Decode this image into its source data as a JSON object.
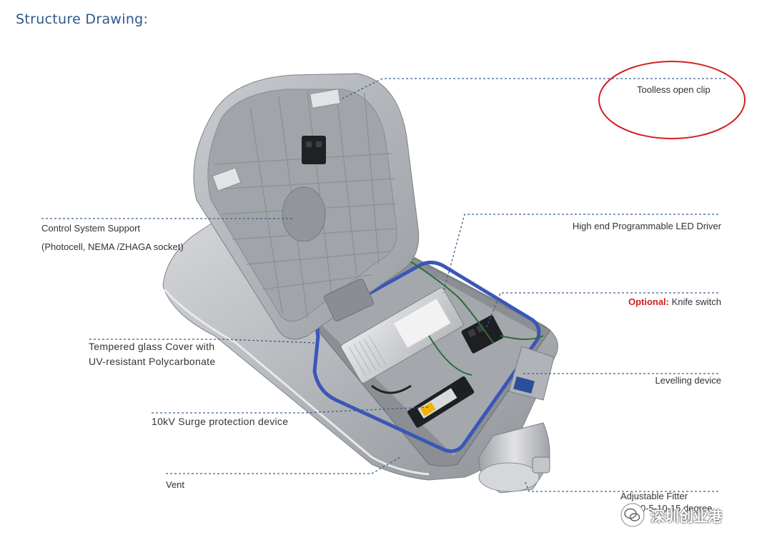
{
  "heading": "Structure Drawing:",
  "labels": {
    "toolless_clip": "Toolless open clip",
    "control_support_1": "Control System Support",
    "control_support_2": "(Photocell, NEMA /ZHAGA socket)",
    "led_driver": "High end Programmable LED Driver",
    "optional_prefix": "Optional:",
    "knife_switch": "Knife switch",
    "glass_cover_1": "Tempered glass Cover with",
    "glass_cover_2": "UV-resistant Polycarbonate",
    "levelling": "Levelling device",
    "surge": "10kV Surge protection device",
    "vent": "Vent",
    "fitter_1": "Adjustable Fitter",
    "fitter_2": "0-5-10-15 degree"
  },
  "watermark": {
    "text": "深圳创业港"
  },
  "colors": {
    "heading": "#2a5a8c",
    "leader": "#3a5f8f",
    "highlight_ring": "#d32020",
    "gasket": "#3a57b8",
    "housing": "#b9bcc0"
  }
}
